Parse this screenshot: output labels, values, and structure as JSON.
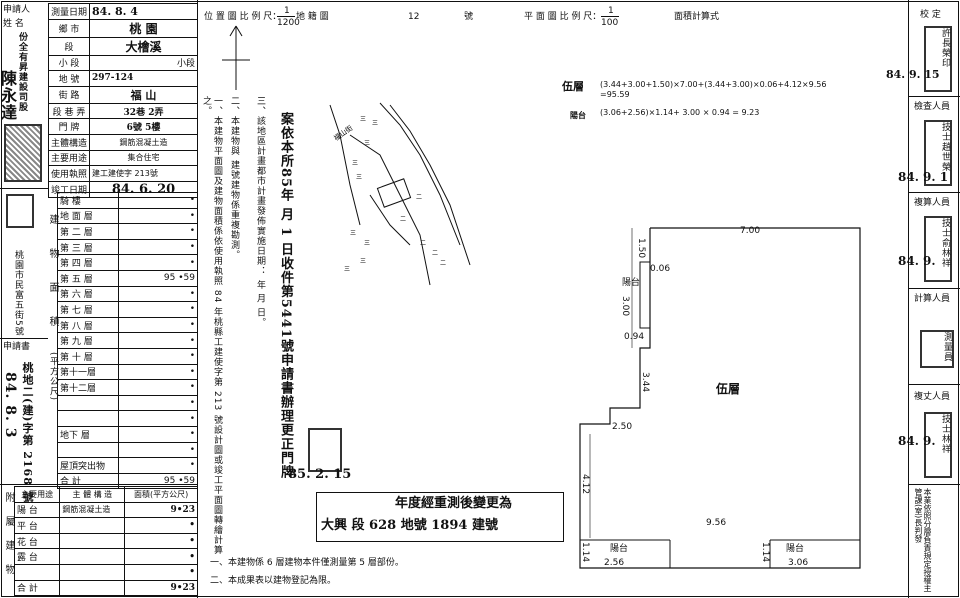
{
  "header": {
    "scale_location_label": "位 置 圖 比 例 尺：",
    "scale_location_num": "1",
    "scale_location_den": "1200",
    "map_sheet_label": "地 籍 圖",
    "map_sheet_no": "12",
    "map_sheet_suffix": "號",
    "scale_plan_label": "平 面 圖 比 例 尺：",
    "scale_plan_num": "1",
    "scale_plan_den": "100",
    "area_calc_label": "面積計算式"
  },
  "left_form": {
    "applicant_label": "申請人",
    "applicant_sub": "姓 名",
    "applicant_name": "陳永達",
    "company": "份全有昇建設司股",
    "survey_date_label": "測量日期",
    "survey_date": "84. 8. 4",
    "rows": [
      {
        "label": "鄉 市",
        "value": "桃 園"
      },
      {
        "label": "段",
        "value": "大檜溪"
      },
      {
        "label": "小 段",
        "value": "小段"
      },
      {
        "label": "地 號",
        "value": "297-124"
      },
      {
        "label": "街 路",
        "value": "福 山"
      },
      {
        "label": "段 巷 弄",
        "value": "32巷 2弄"
      },
      {
        "label": "門 牌",
        "value": "6號 5樓"
      },
      {
        "label": "主體構造",
        "value": "鋼筋混凝土造"
      },
      {
        "label": "主要用途",
        "value": "集合住宅"
      },
      {
        "label": "使用執照",
        "value": "建工建使字 213號"
      },
      {
        "label": "竣工日期",
        "value": "84. 6. 20"
      }
    ],
    "floors": [
      {
        "label": "騎 樓",
        "value": "•"
      },
      {
        "label": "地 面 層",
        "value": "•"
      },
      {
        "label": "第 二 層",
        "value": "•"
      },
      {
        "label": "第 三 層",
        "value": "•"
      },
      {
        "label": "第 四 層",
        "value": "•"
      },
      {
        "label": "第 五 層",
        "value": "95 •59"
      },
      {
        "label": "第 六 層",
        "value": "•"
      },
      {
        "label": "第 七 層",
        "value": "•"
      },
      {
        "label": "第 八 層",
        "value": "•"
      },
      {
        "label": "第 九 層",
        "value": "•"
      },
      {
        "label": "第 十 層",
        "value": "•"
      },
      {
        "label": "第十一層",
        "value": "•"
      },
      {
        "label": "第十二層",
        "value": "•"
      },
      {
        "label": "",
        "value": "•"
      },
      {
        "label": "",
        "value": "•"
      },
      {
        "label": "地下 層",
        "value": "•"
      },
      {
        "label": "",
        "value": "•"
      },
      {
        "label": "屋頂突出物",
        "value": "•"
      },
      {
        "label": "合 計",
        "value": "95 •59"
      }
    ],
    "side_label_building": "建物面積",
    "side_label_method": "(平方公尺)",
    "applicant_no_label": "申請書",
    "applicant_no": "桃地二(建)字第 2168 號",
    "applicant_date": "84. 8. 3",
    "office": "桃園市民富五街5號",
    "attached_header": {
      "use": "主要用途",
      "struct": "主 體 構 造",
      "area": "面積(平方公尺)"
    },
    "attached": [
      {
        "use": "陽 台",
        "struct": "鋼筋混凝土造",
        "area": "9•23"
      },
      {
        "use": "平 台",
        "struct": "",
        "area": "•"
      },
      {
        "use": "花 台",
        "struct": "",
        "area": "•"
      },
      {
        "use": "露 台",
        "struct": "",
        "area": "•"
      },
      {
        "use": "",
        "struct": "",
        "area": "•"
      },
      {
        "use": "合 計",
        "struct": "",
        "area": "9•23"
      }
    ],
    "attached_side": "附屬建物"
  },
  "notes": {
    "n1": "一、本建物平面圖及建物面積係依使用執照 84 年桃縣工建使字第 213 號設計圖或竣工平面圖轉繪計算之。",
    "n2": "二、本建物與 建號建物係重複勘測。",
    "n3": "三、該地區計畫都市計畫發佈實施日期： 年 月 日。",
    "receipt": "案依本所85年 月 1 日收件第5441號申請書辦理更正門牌",
    "receipt_date": "85. 2. 15",
    "stamp_correction": "年度經重測後變更為",
    "stamp_line2": "大興 段 628 地號 1894 建號",
    "bottom1": "一、本建物係 6 層建物本件僅測量第 5 層部份。",
    "bottom2": "二、本成果表以建物登記為限。"
  },
  "site_map": {
    "street_label": "福山街"
  },
  "area_calc": {
    "floor_label": "伍層",
    "floor_formula": "(3.44+3.00+1.50)×7.00+(3.44+3.00)×0.06+4.12×9.56",
    "floor_result": "=95.59",
    "balcony_label": "陽台",
    "balcony_formula": "(3.06+2.56)×1.14+ 3.00 × 0.94 = 9.23"
  },
  "floor_plan": {
    "room_label": "伍層",
    "balcony": "陽台",
    "dims": {
      "top": "7.00",
      "d150": "1.50",
      "d006": "0.06",
      "d300": "3.00",
      "d094": "0.94",
      "d344": "3.44",
      "d250": "2.50",
      "d412": "4.12",
      "d956": "9.56",
      "d114a": "1.14",
      "d256": "2.56",
      "d114b": "1.14",
      "d306": "3.06"
    }
  },
  "right_column": {
    "check_label": "校 定",
    "check_stamp": "許長榮印",
    "check_date": "84. 9. 15",
    "inspector_label": "檢查人員",
    "inspector_stamp": "技士趙世榮",
    "inspector_date": "84. 9. 1",
    "surveyor_label": "複算人員",
    "surveyor_stamp": "技士俞林祥",
    "surveyor_date": "84. 9.",
    "calc_label": "計算人員",
    "calc_stamp": "測量員",
    "draw_label": "複丈人員",
    "draw_stamp": "技士林祥",
    "draw_date": "84. 9.",
    "footer_text": "本業依照分層負責規定授權主管課(室)長判發"
  }
}
